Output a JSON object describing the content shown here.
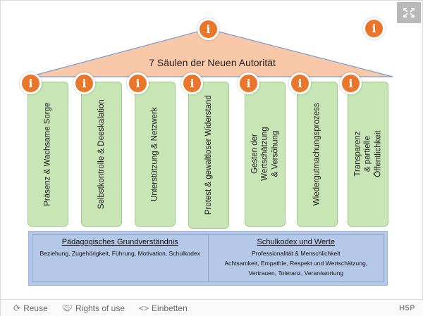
{
  "title": "7 Säulen der Neuen Autorität",
  "hotspot_label": "i",
  "pillars": [
    "Präsenz & Wachsame Sorge",
    "Selbstkontrolle & Deeskalation",
    "Unterstützung & Netzwerk",
    "Protest & gewaltloser Widerstand",
    "Gesten der Wertschätzung & Versöhung",
    "Wiedergutmachungsprozess",
    "Transparenz & partielle Öffentlichkeit"
  ],
  "base": {
    "left_heading": "Pädagogisches Grundverständnis",
    "left_text": "Beziehung, Zugehörigkeit, Führung, Motivation, Schulkodex",
    "right_heading": "Schulkodex und Werte",
    "right_line1": "Professionalität & Menschlichkeit",
    "right_line2": "Achtsamkeit, Empathie, Respekt und Wertschätzung,",
    "right_line3": "Vertrauen, Toleranz, Verantwortung"
  },
  "footer": {
    "reuse": "Reuse",
    "rights": "Rights of use",
    "embed": "Einbetten",
    "logo": "H5P"
  },
  "colors": {
    "roof": "#f9c8a9",
    "pillar": "#c8e6b5",
    "base": "#b6c8e7",
    "hotspot": "#e9762b"
  },
  "icons": [
    "fullscreen-icon",
    "info-icon",
    "reuse-icon",
    "rights-icon",
    "embed-icon"
  ]
}
